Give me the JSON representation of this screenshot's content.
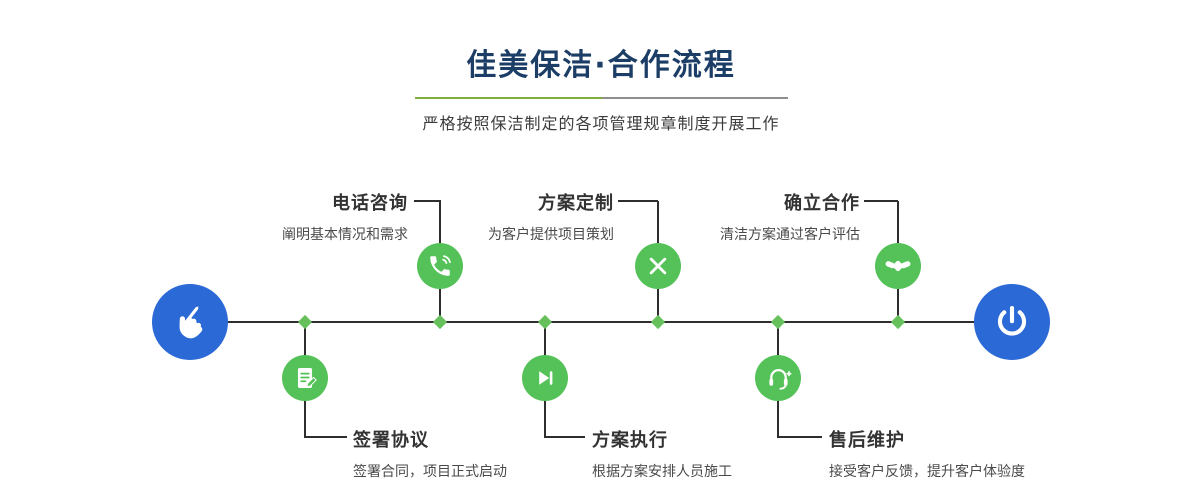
{
  "header": {
    "title": "佳美保洁·合作流程",
    "subtitle": "严格按照保洁制定的各项管理规章制度开展工作"
  },
  "colors": {
    "brand_blue": "#2b6ad6",
    "step_green": "#55c259",
    "diamond_green": "#66c05c",
    "divider_green": "#7fae3f",
    "divider_gray": "#8e8e8e",
    "title_navy": "#1c3e66",
    "line_dark": "#2e2e2e"
  },
  "timeline": {
    "start_icon": "pointing-hand-icon",
    "end_icon": "power-icon"
  },
  "steps_top": [
    {
      "title": "电话咨询",
      "desc": "阐明基本情况和需求",
      "icon": "phone-icon"
    },
    {
      "title": "方案定制",
      "desc": "为客户提供项目策划",
      "icon": "pencil-ruler-icon"
    },
    {
      "title": "确立合作",
      "desc": "清洁方案通过客户评估",
      "icon": "handshake-icon"
    }
  ],
  "steps_bottom": [
    {
      "title": "签署协议",
      "desc": "签署合同，项目正式启动",
      "icon": "contract-icon"
    },
    {
      "title": "方案执行",
      "desc": "根据方案安排人员施工",
      "icon": "play-icon"
    },
    {
      "title": "售后维护",
      "desc": "接受客户反馈，提升客户体验度",
      "icon": "headset-icon"
    }
  ]
}
